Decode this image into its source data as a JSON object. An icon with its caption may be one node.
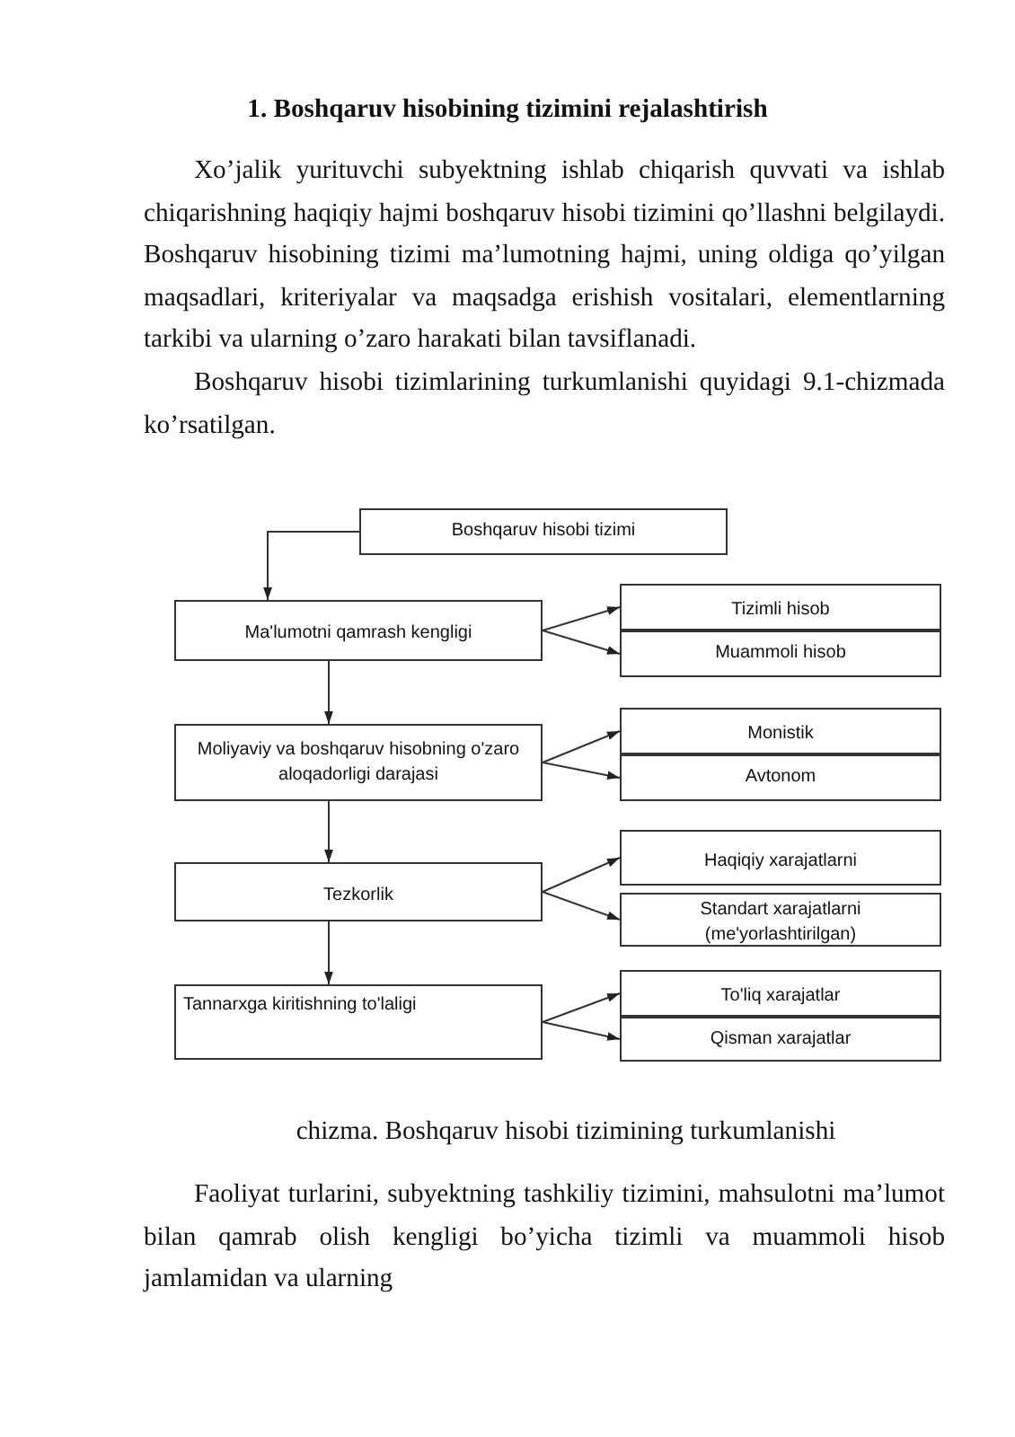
{
  "diagram": {
    "title": "1.  Boshqaruv hisobining tizimini rejalashtirish",
    "caption": "chizma. Boshqaruv hisobi tizimining turkumlanishi",
    "nodes": [
      {
        "text": [
          "Boshqaruv hisobi tizimi"
        ]
      },
      {
        "text": [
          "Ma'lumotni qamrash kengligi"
        ]
      },
      {
        "text": [
          "Tizimli hisob"
        ]
      },
      {
        "text": [
          "Muammoli hisob"
        ]
      },
      {
        "text": [
          "Moliyaviy va boshqaruv hisobning o'zaro aloqadorligi darajasi"
        ]
      },
      {
        "text": [
          "Monistik"
        ]
      },
      {
        "text": [
          "Avtonom"
        ]
      },
      {
        "text": [
          "Tezkorlik"
        ]
      },
      {
        "text": [
          "Haqiqiy xarajatlarni"
        ]
      },
      {
        "text": [
          "Standart xarajatlarni (me'yorlashtirilgan)"
        ]
      },
      {
        "text": [
          "Tannarxga kiritishning to'laligi"
        ]
      },
      {
        "text": [
          "To'liq xarajatlar"
        ]
      },
      {
        "text": [
          "Qisman xarajatlar"
        ]
      }
    ],
    "edges": [
      {
        "from": 0,
        "to": 1,
        "arrow": "to"
      },
      {
        "from": 1,
        "to": 4,
        "arrow": "to"
      },
      {
        "from": 4,
        "to": 7,
        "arrow": "to"
      },
      {
        "from": 7,
        "to": 10,
        "arrow": "to"
      },
      {
        "from": 1,
        "to": 2,
        "arrow": "to"
      },
      {
        "from": 1,
        "to": 3,
        "arrow": "to"
      },
      {
        "from": 4,
        "to": 5,
        "arrow": "to"
      },
      {
        "from": 4,
        "to": 6,
        "arrow": "to"
      },
      {
        "from": 7,
        "to": 8,
        "arrow": "to"
      },
      {
        "from": 7,
        "to": 9,
        "arrow": "to"
      },
      {
        "from": 10,
        "to": 11,
        "arrow": "to"
      },
      {
        "from": 10,
        "to": 12,
        "arrow": "to"
      }
    ],
    "labels": [
      "Xo’jalik yurituvchi subyektning ishlab chiqarish quvvati va ishlab chiqarishning haqiqiy hajmi boshqaruv hisobi tizimini qo’llashni belgilaydi. Boshqaruv hisobining tizimi  ma’lumotning hajmi, uning oldiga qo’yilgan maqsadlari, kriteriyalar va maqsadga erishish vositalari, elementlarning tarkibi va ularning o’zaro harakati bilan tavsiflanadi.",
      "Boshqaruv hisobi tizimlarining turkumlanishi quyidagi 9.1-chizmada ko’rsatilgan.",
      "Faoliyat turlarini, subyektning tashkiliy tizimini, mahsulotni ma’lumot bilan qamrab olish kengligi bo’yicha tizimli va muammoli hisob jamlamidan va ularning"
    ]
  }
}
